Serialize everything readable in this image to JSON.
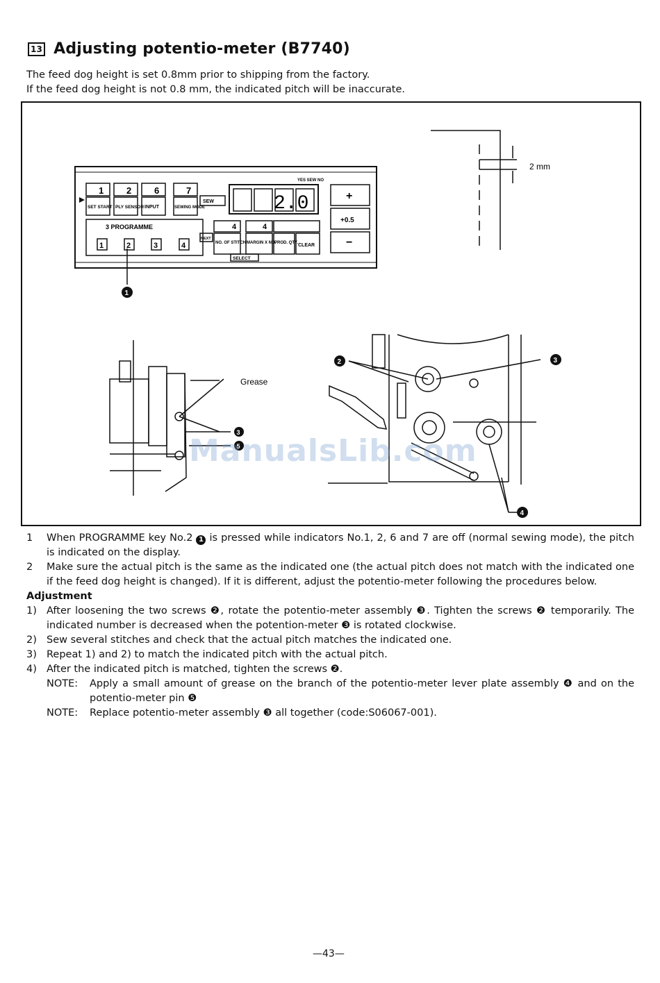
{
  "section_number": "13",
  "title": "Adjusting potentio-meter (B7740)",
  "intro": [
    "The feed dog height is set  0.8mm prior to shipping from the factory.",
    "If the feed dog height is not 0.8 mm, the indicated pitch will be inaccurate."
  ],
  "figure": {
    "panel": {
      "keys_top": [
        "1",
        "2",
        "6",
        "7"
      ],
      "key_labels": [
        "SET START",
        "PLY SENSOR",
        "INPUT",
        "SEWING MODE"
      ],
      "programme_label": "3  PROGRAMME",
      "programme_keys": [
        "1",
        "2",
        "3",
        "4"
      ],
      "next": "NEXT",
      "stitch_keys": [
        "NO. OF STITCH",
        "MARGIN X NO.",
        "PROD. QTY.",
        "CLEAR"
      ],
      "stitch_nums": [
        "4",
        "4"
      ],
      "select": "SELECT",
      "display": "2.0",
      "yes_sew_no": "YES  SEW  NO",
      "sew": "SEW",
      "plus": "+",
      "plus05": "+0.5",
      "minus": "−"
    },
    "callout_1": "1",
    "dimension": "2 mm",
    "grease_label": "Grease",
    "callouts": [
      "2",
      "3",
      "3",
      "4",
      "5"
    ]
  },
  "watermark": "ManualsLib.com",
  "steps": [
    {
      "num": "1",
      "text_a": "When PROGRAMME key No.2 ",
      "circ": "1",
      "text_b": " is pressed while indicators No.1, 2, 6 and 7 are off (normal sewing mode), the pitch is indicated on the display."
    },
    {
      "num": "2",
      "text": "Make sure the actual pitch is the same as the indicated one (the actual pitch does not match with the indicated one if the feed dog height is changed).  If it is different, adjust the potentio-meter following the procedures below."
    }
  ],
  "adjustment_heading": "Adjustment",
  "adjustments": [
    {
      "num": "1)",
      "text": "After loosening the two screws ❷, rotate the potentio-meter assembly ❸.  Tighten the screws ❷ temporarily. The indicated number is decreased when the potention-meter ❸ is rotated clockwise."
    },
    {
      "num": "2)",
      "text": "Sew several stitches and check that the actual pitch matches the indicated one."
    },
    {
      "num": "3)",
      "text": "Repeat 1) and 2) to match the indicated pitch with the actual pitch."
    },
    {
      "num": "4)",
      "text": "After the indicated pitch is matched, tighten the screws ❷."
    }
  ],
  "notes": [
    {
      "label": "NOTE:",
      "text": "Apply a small amount of grease on the branch of the potentio-meter lever plate assembly ❹ and on the potentio-meter pin ❺"
    },
    {
      "label": "NOTE:",
      "text": "Replace potentio-meter assembly ❸  all together (code:S06067-001)."
    }
  ],
  "page_number": "—43—"
}
